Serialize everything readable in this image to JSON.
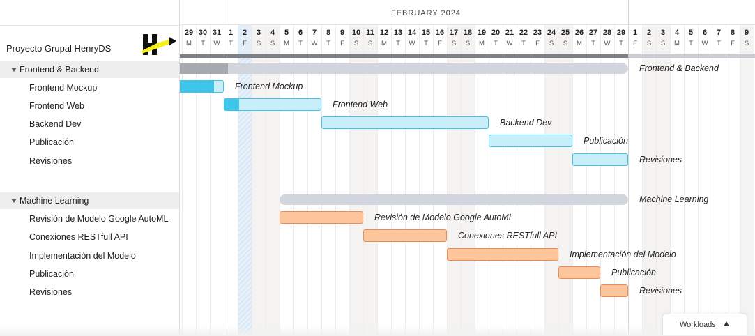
{
  "project": {
    "title": "Proyecto Grupal HenryDS"
  },
  "timeline": {
    "month_label": "FEBRUARY 2024",
    "today_day": "2",
    "days": [
      {
        "n": "29",
        "w": "M",
        "weekend": false
      },
      {
        "n": "30",
        "w": "T",
        "weekend": false
      },
      {
        "n": "31",
        "w": "W",
        "weekend": false
      },
      {
        "n": "1",
        "w": "T",
        "weekend": false
      },
      {
        "n": "2",
        "w": "F",
        "weekend": false,
        "today": true
      },
      {
        "n": "3",
        "w": "S",
        "weekend": true
      },
      {
        "n": "4",
        "w": "S",
        "weekend": true
      },
      {
        "n": "5",
        "w": "M",
        "weekend": false
      },
      {
        "n": "6",
        "w": "T",
        "weekend": false
      },
      {
        "n": "7",
        "w": "W",
        "weekend": false
      },
      {
        "n": "8",
        "w": "T",
        "weekend": false
      },
      {
        "n": "9",
        "w": "F",
        "weekend": false
      },
      {
        "n": "10",
        "w": "S",
        "weekend": true
      },
      {
        "n": "11",
        "w": "S",
        "weekend": true
      },
      {
        "n": "12",
        "w": "M",
        "weekend": false
      },
      {
        "n": "13",
        "w": "T",
        "weekend": false
      },
      {
        "n": "14",
        "w": "W",
        "weekend": false
      },
      {
        "n": "15",
        "w": "T",
        "weekend": false
      },
      {
        "n": "16",
        "w": "F",
        "weekend": false
      },
      {
        "n": "17",
        "w": "S",
        "weekend": true
      },
      {
        "n": "18",
        "w": "S",
        "weekend": true
      },
      {
        "n": "19",
        "w": "M",
        "weekend": false
      },
      {
        "n": "20",
        "w": "T",
        "weekend": false
      },
      {
        "n": "21",
        "w": "W",
        "weekend": false
      },
      {
        "n": "22",
        "w": "T",
        "weekend": false
      },
      {
        "n": "23",
        "w": "F",
        "weekend": false
      },
      {
        "n": "24",
        "w": "S",
        "weekend": true
      },
      {
        "n": "25",
        "w": "S",
        "weekend": true
      },
      {
        "n": "26",
        "w": "M",
        "weekend": false
      },
      {
        "n": "27",
        "w": "T",
        "weekend": false
      },
      {
        "n": "28",
        "w": "W",
        "weekend": false
      },
      {
        "n": "29",
        "w": "T",
        "weekend": false
      },
      {
        "n": "1",
        "w": "F",
        "weekend": false
      },
      {
        "n": "2",
        "w": "S",
        "weekend": true
      },
      {
        "n": "3",
        "w": "S",
        "weekend": true
      },
      {
        "n": "4",
        "w": "M",
        "weekend": false
      },
      {
        "n": "5",
        "w": "T",
        "weekend": false
      },
      {
        "n": "6",
        "w": "W",
        "weekend": false
      },
      {
        "n": "7",
        "w": "T",
        "weekend": false
      },
      {
        "n": "8",
        "w": "F",
        "weekend": false
      },
      {
        "n": "9",
        "w": "S",
        "weekend": true
      }
    ]
  },
  "groups": [
    {
      "name": "Frontend & Backend",
      "kind": "fe",
      "start": 0,
      "end": 32,
      "progress": 0.11,
      "tasks": [
        {
          "name": "Frontend Mockup",
          "start": 0,
          "end": 3,
          "progress": 0.8
        },
        {
          "name": "Frontend Web",
          "start": 3,
          "end": 10,
          "progress": 0.15
        },
        {
          "name": "Backend Dev",
          "start": 10,
          "end": 22,
          "progress": 0
        },
        {
          "name": "Publicación",
          "start": 22,
          "end": 28,
          "progress": 0
        },
        {
          "name": "Revisiones",
          "start": 28,
          "end": 32,
          "progress": 0
        }
      ]
    },
    {
      "name": "Machine Learning",
      "kind": "ml",
      "start": 7,
      "end": 32,
      "progress": 0,
      "tasks": [
        {
          "name": "Revisión de Modelo Google AutoML",
          "start": 7,
          "end": 13,
          "progress": 0
        },
        {
          "name": "Conexiones RESTfull API",
          "start": 13,
          "end": 19,
          "progress": 0
        },
        {
          "name": "Implementación del Modelo",
          "start": 19,
          "end": 27,
          "progress": 0
        },
        {
          "name": "Publicación",
          "start": 27,
          "end": 30,
          "progress": 0
        },
        {
          "name": "Revisiones",
          "start": 30,
          "end": 32,
          "progress": 0
        }
      ]
    }
  ],
  "footer": {
    "workloads_label": "Workloads"
  },
  "colors": {
    "fe_fill": "#c8eefa",
    "fe_border": "#3fc4ea",
    "ml_fill": "#fcc59b",
    "ml_border": "#ee8b4e",
    "group_bar": "#d3d5de"
  },
  "icons": {
    "group_toggle": "caret-down-icon",
    "workloads_toggle": "caret-up-icon",
    "logo": "henry-logo"
  }
}
